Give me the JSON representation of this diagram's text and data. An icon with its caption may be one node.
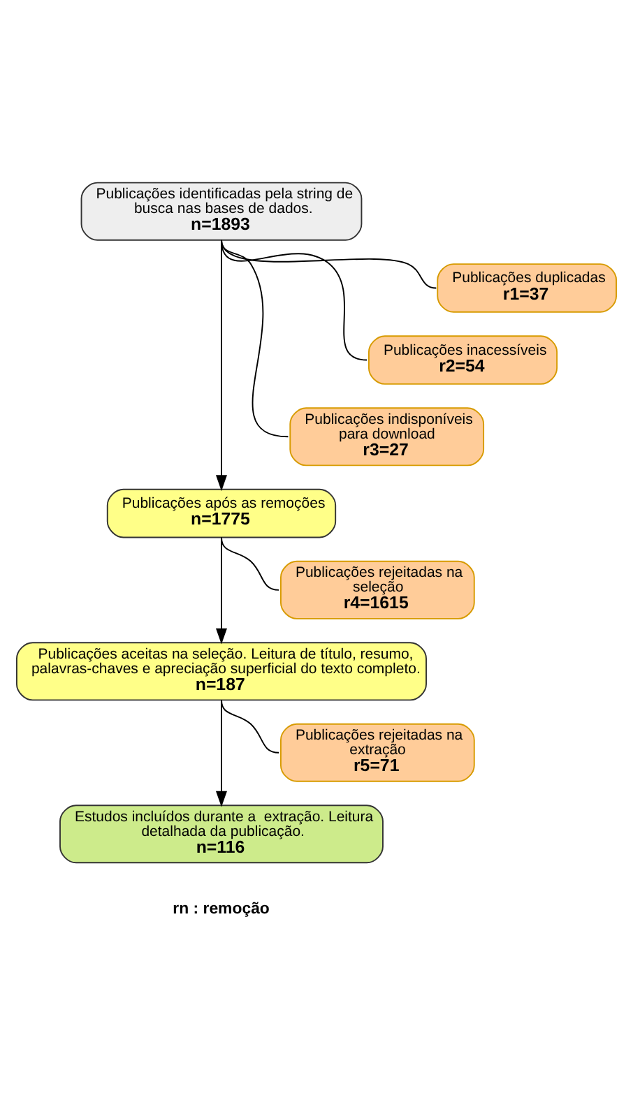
{
  "diagram": {
    "nodes": [
      {
        "text": [
          "Publicações identificadas pela string de busca nas bases de dados.",
          "n=1893"
        ]
      },
      {
        "text": [
          "Publicações duplicadas",
          "r1=37"
        ]
      },
      {
        "text": [
          "Publicações inacessíveis",
          "r2=54"
        ]
      },
      {
        "text": [
          "Publicações indisponíveis para download",
          "r3=27"
        ]
      },
      {
        "text": [
          "Publicações após as remoções",
          "n=1775"
        ]
      },
      {
        "text": [
          "Publicações rejeitadas na seleção",
          "r4=1615"
        ]
      },
      {
        "text": [
          "Publicações aceitas na seleção. Leitura de título, resumo, palavras-chaves e apreciação superficial do texto completo.",
          "n=187"
        ]
      },
      {
        "text": [
          "Publicações rejeitadas na extração",
          "r5=71"
        ]
      },
      {
        "text": [
          "Estudos incluídos durante a  extração. Leitura detalhada da publicação.",
          "n=116"
        ]
      }
    ],
    "edges": [
      {
        "from": 0,
        "to": 1,
        "arrow": "none"
      },
      {
        "from": 0,
        "to": 2,
        "arrow": "none"
      },
      {
        "from": 0,
        "to": 3,
        "arrow": "none"
      },
      {
        "from": 0,
        "to": 4,
        "arrow": "to"
      },
      {
        "from": 4,
        "to": 5,
        "arrow": "none"
      },
      {
        "from": 4,
        "to": 6,
        "arrow": "to"
      },
      {
        "from": 6,
        "to": 7,
        "arrow": "none"
      },
      {
        "from": 6,
        "to": 8,
        "arrow": "to"
      }
    ],
    "labels": [
      "rn : remoção"
    ]
  }
}
